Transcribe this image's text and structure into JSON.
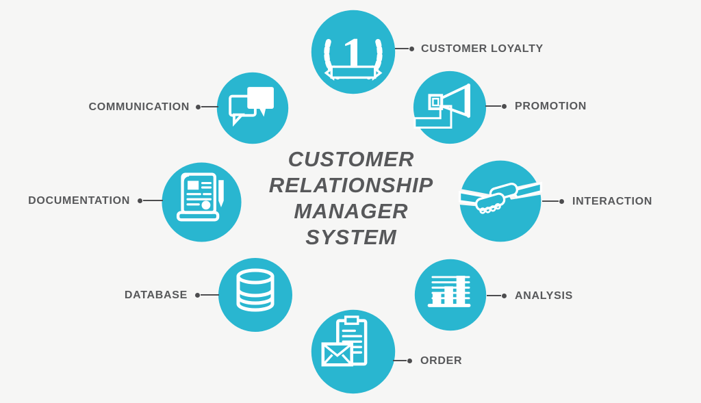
{
  "title": "CUSTOMER\nRELATIONSHIP\nMANAGER\nSYSTEM",
  "colors": {
    "accent": "#29b6d0",
    "background": "#f6f6f5",
    "text": "#57585a",
    "connector": "#4d4d4f",
    "icon": "#ffffff"
  },
  "items": [
    {
      "label": "CUSTOMER LOYALTY",
      "icon": "number-one-laurel-icon",
      "icon_text": "1"
    },
    {
      "label": "PROMOTION",
      "icon": "megaphone-icon"
    },
    {
      "label": "INTERACTION",
      "icon": "handshake-icon"
    },
    {
      "label": "ANALYSIS",
      "icon": "bar-chart-icon"
    },
    {
      "label": "ORDER",
      "icon": "clipboard-envelope-icon"
    },
    {
      "label": "DATABASE",
      "icon": "database-icon"
    },
    {
      "label": "DOCUMENTATION",
      "icon": "scroll-pen-icon"
    },
    {
      "label": "COMMUNICATION",
      "icon": "chat-bubbles-icon"
    }
  ]
}
